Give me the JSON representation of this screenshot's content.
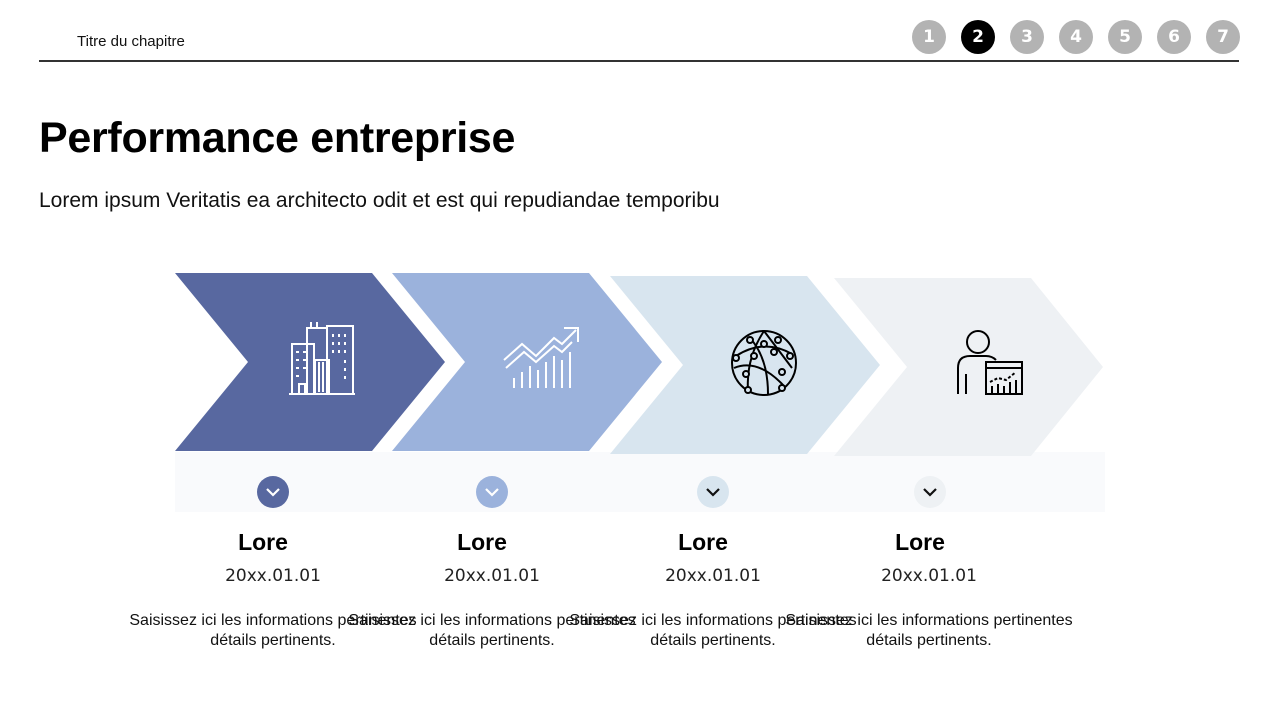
{
  "header": {
    "chapter_title": "Titre du chapitre",
    "pages": [
      "1",
      "2",
      "3",
      "4",
      "5",
      "6",
      "7"
    ],
    "active_page": "2"
  },
  "main": {
    "title": "Performance entreprise",
    "subtitle": "Lorem ipsum Veritatis ea architecto odit et est qui repudiandae temporibu"
  },
  "steps": [
    {
      "label": "Lore",
      "date": "20xx.01.01",
      "description": "Saisissez ici les informations pertinentes détails pertinents.",
      "icon": "buildings-icon",
      "color": "#5868a0"
    },
    {
      "label": "Lore",
      "date": "20xx.01.01",
      "description": "Saisissez ici les informations pertinentes détails pertinents.",
      "icon": "growth-chart-icon",
      "color": "#9bb2dc"
    },
    {
      "label": "Lore",
      "date": "20xx.01.01",
      "description": "Saisissez ici les informations pertinentes détails pertinents.",
      "icon": "globe-network-icon",
      "color": "#d8e5ef"
    },
    {
      "label": "Lore",
      "date": "20xx.01.01",
      "description": "Saisissez ici les informations pertinentes détails pertinents.",
      "icon": "person-presentation-icon",
      "color": "#eef1f4"
    }
  ]
}
